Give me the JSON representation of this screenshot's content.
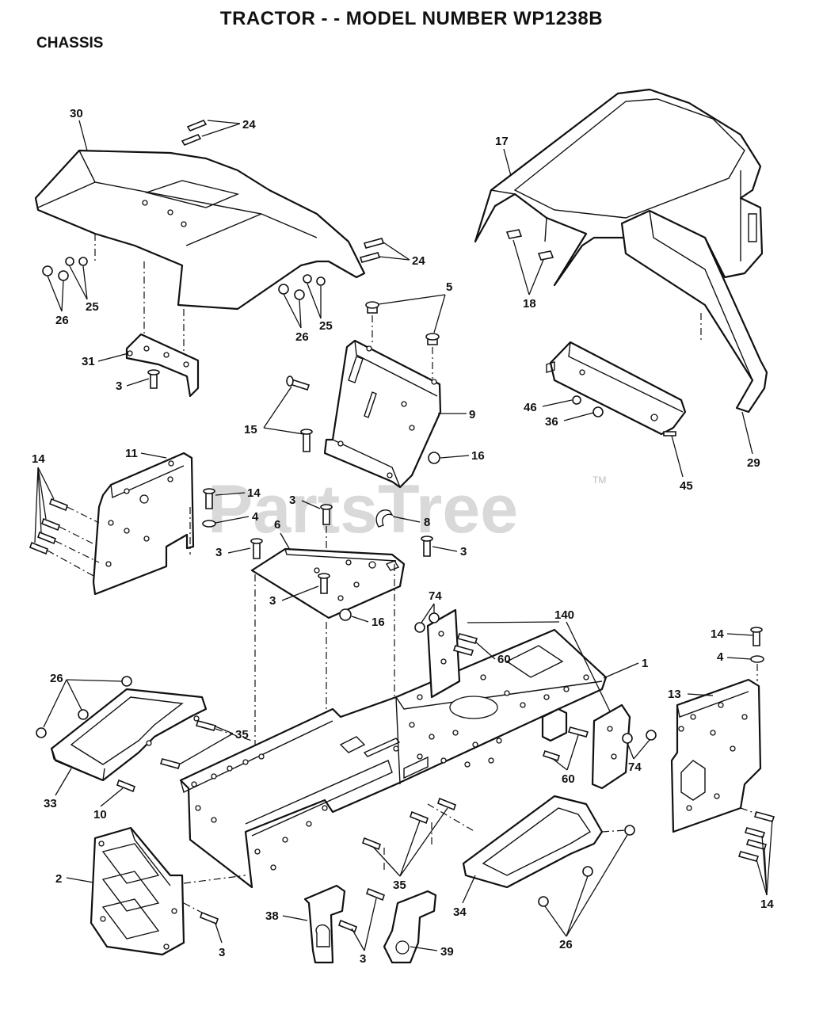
{
  "page": {
    "title": "TRACTOR - - MODEL NUMBER WP1238B",
    "section": "CHASSIS"
  },
  "watermark": {
    "text": "PartsTree",
    "mark": "TM"
  },
  "callouts": {
    "c30": "30",
    "c24a": "24",
    "c24b": "24",
    "c25a": "25",
    "c25b": "25",
    "c26a": "26",
    "c26b": "26",
    "c31": "31",
    "c3a": "3",
    "c17": "17",
    "c18": "18",
    "c5": "5",
    "c9": "9",
    "c15": "15",
    "c16a": "16",
    "c46": "46",
    "c36": "36",
    "c29": "29",
    "c45": "45",
    "c14a": "14",
    "c11": "11",
    "c14b": "14",
    "c4a": "4",
    "c3b": "3",
    "c8": "8",
    "c6": "6",
    "c3c": "3",
    "c3d": "3",
    "c3e": "3",
    "c16b": "16",
    "c74a": "74",
    "c140": "140",
    "c60a": "60",
    "c1": "1",
    "c14c": "14",
    "c4b": "4",
    "c13": "13",
    "c26c": "26",
    "c35a": "35",
    "c33": "33",
    "c10": "10",
    "c60b": "60",
    "c74b": "74",
    "c2": "2",
    "c35b": "35",
    "c38": "38",
    "c3f": "3",
    "c3g": "3",
    "c39": "39",
    "c34": "34",
    "c26d": "26",
    "c14d": "14"
  }
}
